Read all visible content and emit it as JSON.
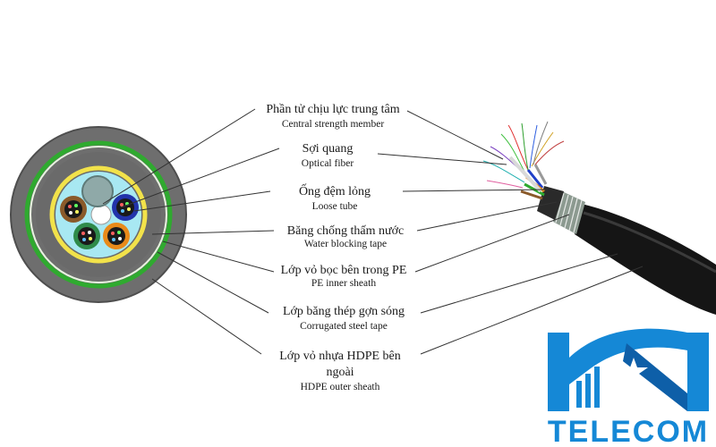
{
  "labels": [
    {
      "vi": "Phần tử chịu lực trung tâm",
      "en": "Central strength member"
    },
    {
      "vi": "Sợi quang",
      "en": "Optical fiber"
    },
    {
      "vi": "Ống đệm lỏng",
      "en": "Loose tube"
    },
    {
      "vi": "Băng chống thấm nước",
      "en": "Water blocking tape"
    },
    {
      "vi": "Lớp vỏ bọc bên trong PE",
      "en": "PE inner sheath"
    },
    {
      "vi": "Lớp băng thép gợn sóng",
      "en": "Corrugated steel tape"
    },
    {
      "vi_line1": "Lớp vỏ nhựa HDPE bên",
      "vi_line2": "ngoài",
      "en": "HDPE outer sheath"
    }
  ],
  "logo": {
    "text": "TELECOM",
    "colors": {
      "primary": "#1588d6",
      "dark": "#0e5fa8"
    }
  },
  "colors": {
    "outer_sheath": "#6b6b6b",
    "steel_tape": "#2faa2f",
    "water_tape": "#f2e24a",
    "core": "#9fe6f2"
  }
}
